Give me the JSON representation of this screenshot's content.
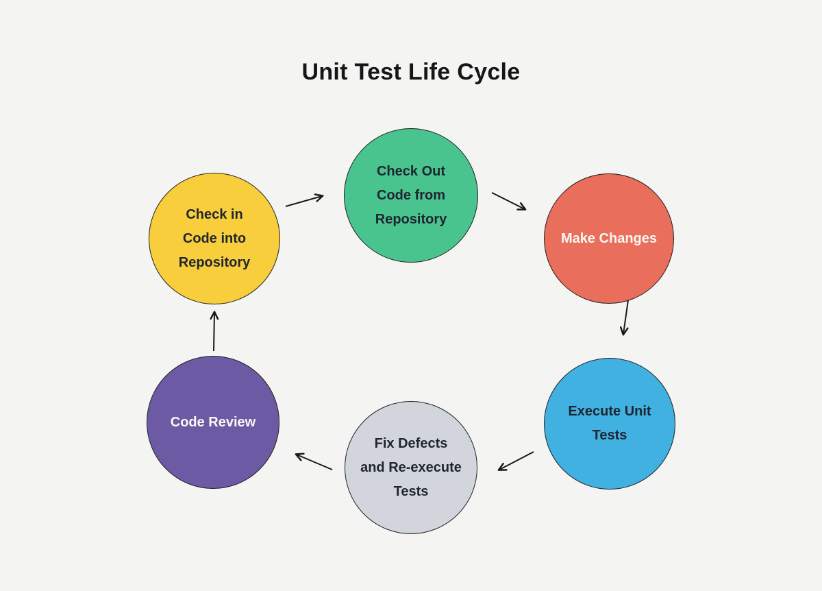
{
  "page": {
    "title": "Unit Test Life Cycle",
    "background_color": "#f4f4f2",
    "title_color": "#161616"
  },
  "diagram": {
    "type": "cycle",
    "arrow_color": "#1a1a1a",
    "nodes": [
      {
        "id": "check-out-code",
        "label": "Check Out Code from Repository",
        "lines": [
          "Check Out",
          "Code from",
          "Repository"
        ],
        "fill": "#49c48e",
        "text_color": "#1f2430"
      },
      {
        "id": "make-changes",
        "label": "Make Changes",
        "lines": [
          "Make Changes"
        ],
        "fill": "#e96e5b",
        "text_color": "#faf8f5"
      },
      {
        "id": "execute-unit-tests",
        "label": "Execute Unit Tests",
        "lines": [
          "Execute Unit",
          "Tests"
        ],
        "fill": "#41b1e1",
        "text_color": "#1f2430"
      },
      {
        "id": "fix-defects",
        "label": "Fix Defects and Re-execute Tests",
        "lines": [
          "Fix Defects",
          "and Re-execute",
          "Tests"
        ],
        "fill": "#d2d6dc",
        "text_color": "#1f2430"
      },
      {
        "id": "code-review",
        "label": "Code Review",
        "lines": [
          "Code Review"
        ],
        "fill": "#6d5aa4",
        "text_color": "#faf8f5"
      },
      {
        "id": "check-in-code",
        "label": "Check in Code into Repository",
        "lines": [
          "Check in",
          "Code into",
          "Repository"
        ],
        "fill": "#f8ce3c",
        "text_color": "#1f2430"
      }
    ],
    "edges": [
      {
        "from": "Check Out Code from Repository",
        "to": "Make Changes"
      },
      {
        "from": "Make Changes",
        "to": "Execute Unit Tests"
      },
      {
        "from": "Execute Unit Tests",
        "to": "Fix Defects and Re-execute Tests"
      },
      {
        "from": "Fix Defects and Re-execute Tests",
        "to": "Code Review"
      },
      {
        "from": "Code Review",
        "to": "Check in Code into Repository"
      },
      {
        "from": "Check in Code into Repository",
        "to": "Check Out Code from Repository"
      }
    ]
  }
}
